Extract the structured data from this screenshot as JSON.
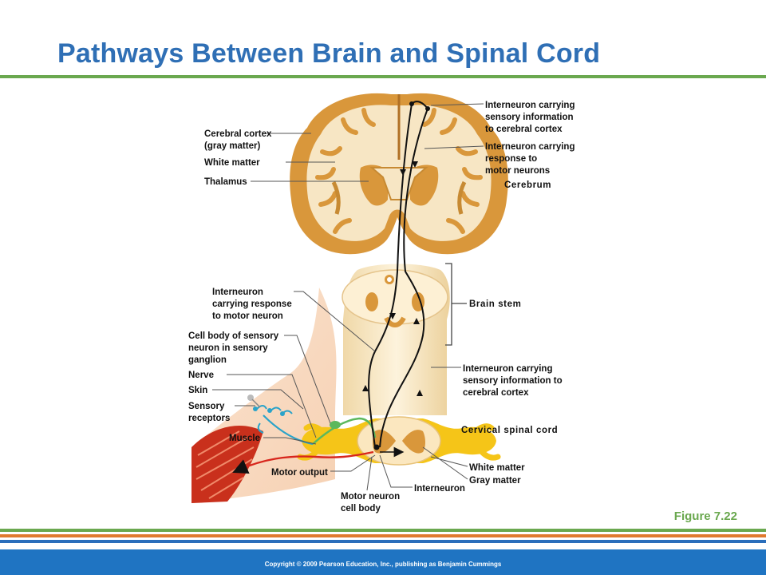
{
  "title": "Pathways Between Brain and Spinal Cord",
  "figure": "Figure 7.22",
  "copyright": "Copyright © 2009 Pearson Education, Inc., publishing as Benjamin Cummings",
  "labels": {
    "cerebral_cortex_1": "Cerebral cortex",
    "cerebral_cortex_2": "(gray matter)",
    "white_matter_brain": "White matter",
    "thalamus": "Thalamus",
    "inter_sensory_top_1": "Interneuron carrying",
    "inter_sensory_top_2": "sensory information",
    "inter_sensory_top_3": "to cerebral cortex",
    "inter_response_top_1": "Interneuron carrying",
    "inter_response_top_2": "response to",
    "inter_response_top_3": "motor neurons",
    "cerebrum": "Cerebrum",
    "inter_resp_left_1": "Interneuron",
    "inter_resp_left_2": "carrying response",
    "inter_resp_left_3": "to motor neuron",
    "brain_stem": "Brain stem",
    "cell_body_1": "Cell body of sensory",
    "cell_body_2": "neuron in sensory",
    "cell_body_3": "ganglion",
    "nerve": "Nerve",
    "skin": "Skin",
    "sensory_receptors_1": "Sensory",
    "sensory_receptors_2": "receptors",
    "inter_sensory_low_1": "Interneuron carrying",
    "inter_sensory_low_2": "sensory information to",
    "inter_sensory_low_3": "cerebral cortex",
    "muscle": "Muscle",
    "cervical": "Cervical spinal cord",
    "motor_output": "Motor output",
    "white_matter_spine": "White matter",
    "gray_matter": "Gray matter",
    "interneuron": "Interneuron",
    "motor_neuron_1": "Motor neuron",
    "motor_neuron_2": "cell body"
  },
  "colors": {
    "title": "#2f6fb5",
    "accent_green": "#6aa84f",
    "stripe_orange": "#e07a2e",
    "stripe_blue": "#2a6ebb",
    "footer": "#1f74c2",
    "brain_gray_matter": "#d9973b",
    "white_matter": "#f7e6c4",
    "spinal_yellow": "#f5c518",
    "motor_red": "#d8261c",
    "sensory_blue": "#2aa3c9"
  }
}
